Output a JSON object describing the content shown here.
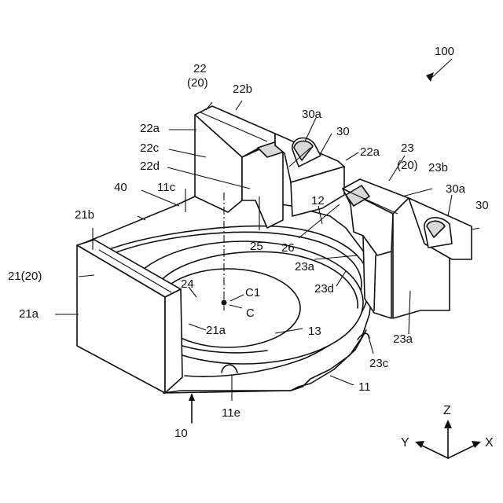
{
  "figure_number": "100",
  "parts": {
    "base_plate": "11",
    "base_edge": "11c",
    "base_notch": "11e",
    "center_region": "12",
    "hole": "13",
    "leader_10": "10",
    "wall_21": "21(20)",
    "wall_21b": "21b",
    "wall_21a_outer": "21a",
    "wall_21a_inner": "21a",
    "wall_22": "22",
    "wall_22_sub": "(20)",
    "wall_22a_left": "22a",
    "wall_22a_right": "22a",
    "wall_22b": "22b",
    "wall_22c": "22c",
    "wall_22d": "22d",
    "wall_23": "23",
    "wall_23_sub": "(20)",
    "wall_23a_top": "23a",
    "wall_23a_bottom": "23a",
    "wall_23b": "23b",
    "wall_23c": "23c",
    "wall_23d": "23d",
    "label_24": "24",
    "label_25": "25",
    "label_26": "26",
    "boss_30_top": "30",
    "boss_30a_top": "30a",
    "boss_30_right": "30",
    "boss_30a_right": "30a",
    "label_40": "40",
    "center_c1": "C1",
    "center_c": "C"
  },
  "axes": {
    "z": "Z",
    "y": "Y",
    "x": "X"
  }
}
